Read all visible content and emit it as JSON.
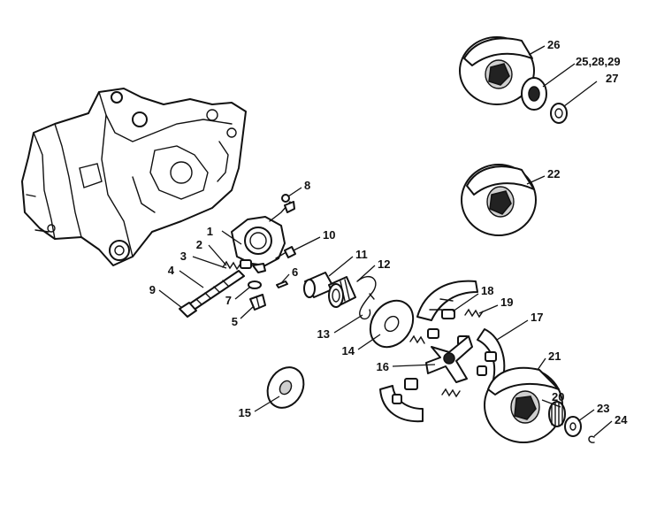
{
  "callouts": [
    {
      "id": "1",
      "text": "1"
    },
    {
      "id": "2",
      "text": "2"
    },
    {
      "id": "3",
      "text": "3"
    },
    {
      "id": "4",
      "text": "4"
    },
    {
      "id": "5",
      "text": "5"
    },
    {
      "id": "6",
      "text": "6"
    },
    {
      "id": "7",
      "text": "7"
    },
    {
      "id": "8",
      "text": "8"
    },
    {
      "id": "9",
      "text": "9"
    },
    {
      "id": "10",
      "text": "10"
    },
    {
      "id": "11",
      "text": "11"
    },
    {
      "id": "12",
      "text": "12"
    },
    {
      "id": "13",
      "text": "13"
    },
    {
      "id": "14",
      "text": "14"
    },
    {
      "id": "15",
      "text": "15"
    },
    {
      "id": "16",
      "text": "16"
    },
    {
      "id": "17",
      "text": "17"
    },
    {
      "id": "18",
      "text": "18"
    },
    {
      "id": "19",
      "text": "19"
    },
    {
      "id": "20",
      "text": "20"
    },
    {
      "id": "21",
      "text": "21"
    },
    {
      "id": "22",
      "text": "22"
    },
    {
      "id": "23",
      "text": "23"
    },
    {
      "id": "24",
      "text": "24"
    },
    {
      "id": "25",
      "text": "25,28,29"
    },
    {
      "id": "26",
      "text": "26"
    },
    {
      "id": "27",
      "text": "27"
    }
  ]
}
